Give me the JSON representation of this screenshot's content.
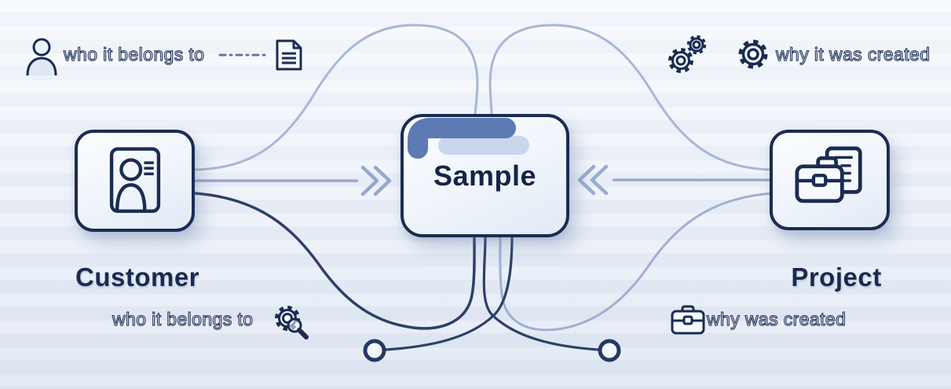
{
  "title": "Sample relationships diagram",
  "nodes": {
    "customer": {
      "label": "Customer",
      "icon": "contact-card-icon"
    },
    "sample": {
      "label": "Sample"
    },
    "project": {
      "label": "Project",
      "icon": "briefcase-documents-icon"
    }
  },
  "annotations": {
    "top_left": {
      "label": "who it belongs to",
      "icon": "person-icon",
      "secondary_icon": "document-icon",
      "connector": "dash-dot"
    },
    "top_right": {
      "label": "why it was created",
      "icon": "gears-pair-icon",
      "secondary_icon": "gear-icon"
    },
    "bottom_left": {
      "label": "who it belongs to",
      "icon": "gear-magnifier-icon"
    },
    "bottom_right": {
      "label": "why was created",
      "icon": "briefcase-icon"
    }
  },
  "colors": {
    "background_top": "#f6f8fc",
    "background_bottom": "#dce4f1",
    "navy": "#1b2c52",
    "curve_dark": "#2c4167",
    "curve_light": "#a7b7d6",
    "connector": "#96a8cd",
    "accent_blue": "#5d7ab5",
    "accent_light": "#c9d6ec"
  }
}
